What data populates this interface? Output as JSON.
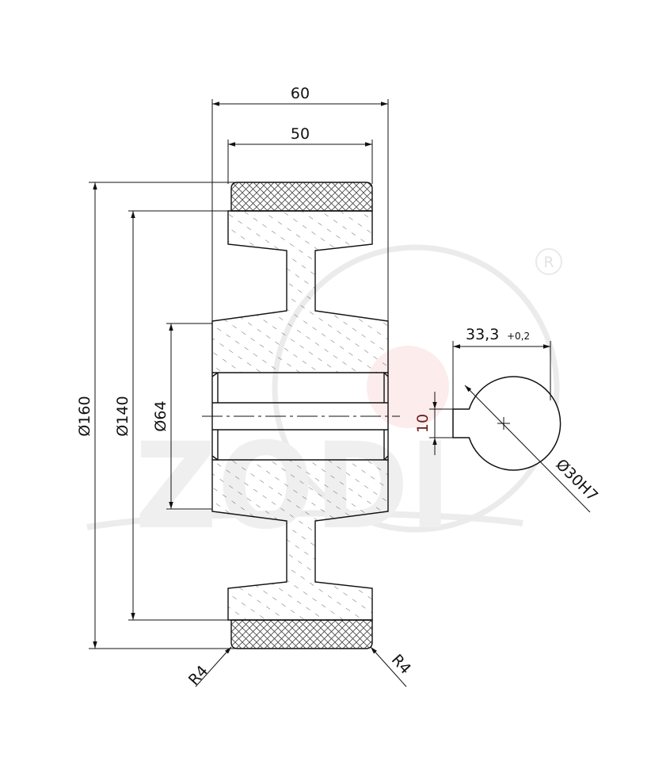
{
  "dimensions": {
    "overall_width": "60",
    "tread_width": "50",
    "outer_diameter": "Ø160",
    "core_diameter": "Ø140",
    "hub_diameter": "Ø64",
    "bore_depth": "33,3",
    "bore_depth_tolerance": "+0,2",
    "keyway_width": "10",
    "bore_diameter": "Ø30H7",
    "radius_left": "R4",
    "radius_right": "R4"
  },
  "watermark": {
    "text": "ZODI",
    "registered_mark": "®",
    "color": "#d9d9d9",
    "accent_color": "#f6b8b8"
  },
  "colors": {
    "line": "#111111",
    "keyway_dimension": "#6b1a1a"
  }
}
